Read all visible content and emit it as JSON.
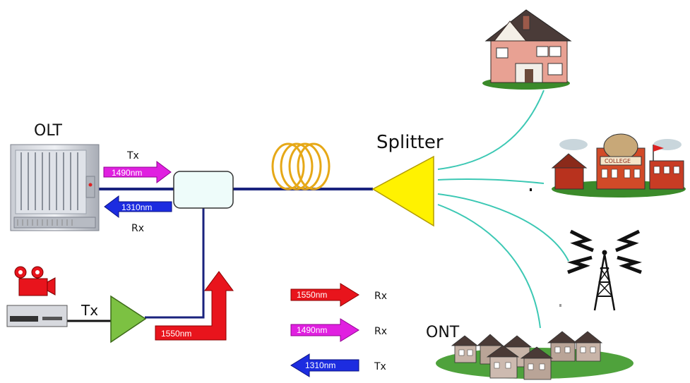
{
  "labels": {
    "olt": "OLT",
    "splitter": "Splitter",
    "ont": "ONT",
    "tx_top": "Tx",
    "rx_top": "Rx",
    "tx_video": "Tx"
  },
  "olt_arrows": {
    "down_1490": "1490nm",
    "up_1310": "1310nm",
    "video_1550": "1550nm"
  },
  "legend": [
    {
      "wavelength": "1550nm",
      "role": "Rx",
      "color": "#e8141c"
    },
    {
      "wavelength": "1490nm",
      "role": "Rx",
      "color": "#e020e0"
    },
    {
      "wavelength": "1310nm",
      "role": "Tx",
      "color": "#1c2ce0"
    }
  ],
  "colors": {
    "fiber": "#1a237e",
    "drop": "#3cc8b4",
    "splitter": "#fff200",
    "coil": "#e6a817",
    "amplifier": "#7cc142",
    "wdm": "#eefcfa"
  },
  "icons": [
    "house-icon",
    "college-icon",
    "radio-tower-icon",
    "neighborhood-icon",
    "olt-rack-icon",
    "video-source-icon",
    "fiber-coil-icon"
  ]
}
